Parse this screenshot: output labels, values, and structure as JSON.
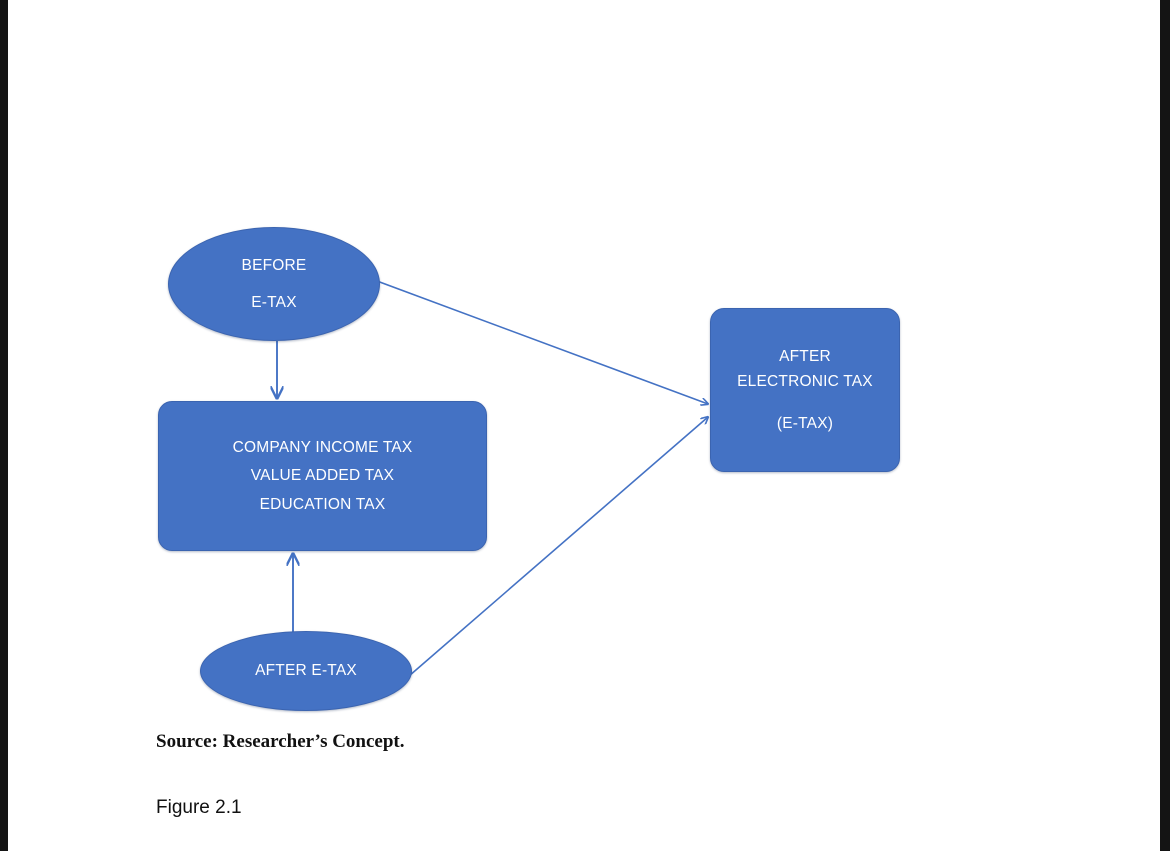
{
  "page": {
    "background_color": "#ffffff",
    "edge_bar_color": "#141414"
  },
  "diagram": {
    "shape_fill_color": "#4472C4",
    "shape_stroke_color": "#3B64B0",
    "shape_text_color": "#ffffff",
    "connector_color": "#4472C4",
    "nodes": [
      {
        "id": "before-e-tax",
        "shape": "ellipse",
        "lines": [
          "BEFORE",
          "E-TAX"
        ]
      },
      {
        "id": "tax-types",
        "shape": "rounded-rectangle",
        "lines": [
          "COMPANY INCOME TAX",
          "VALUE ADDED TAX",
          "EDUCATION TAX"
        ]
      },
      {
        "id": "after-electronic-tax",
        "shape": "rounded-rectangle",
        "lines": [
          "AFTER",
          "ELECTRONIC TAX",
          "(E-TAX)"
        ]
      },
      {
        "id": "after-e-tax",
        "shape": "ellipse",
        "lines": [
          "AFTER E-TAX"
        ]
      }
    ],
    "connectors": [
      {
        "id": "before-to-tax-types",
        "from": "before-e-tax",
        "to": "tax-types",
        "arrow": "down"
      },
      {
        "id": "before-to-after-electronic",
        "from": "before-e-tax",
        "to": "after-electronic-tax",
        "arrow": "diagonal-right-down"
      },
      {
        "id": "after-e-tax-to-tax-types",
        "from": "after-e-tax",
        "to": "tax-types",
        "arrow": "up"
      },
      {
        "id": "after-e-tax-to-after-electronic",
        "from": "after-e-tax",
        "to": "after-electronic-tax",
        "arrow": "diagonal-right-up"
      }
    ]
  },
  "captions": {
    "source": "Source: Researcher’s Concept.",
    "figure": "Figure 2.1"
  }
}
